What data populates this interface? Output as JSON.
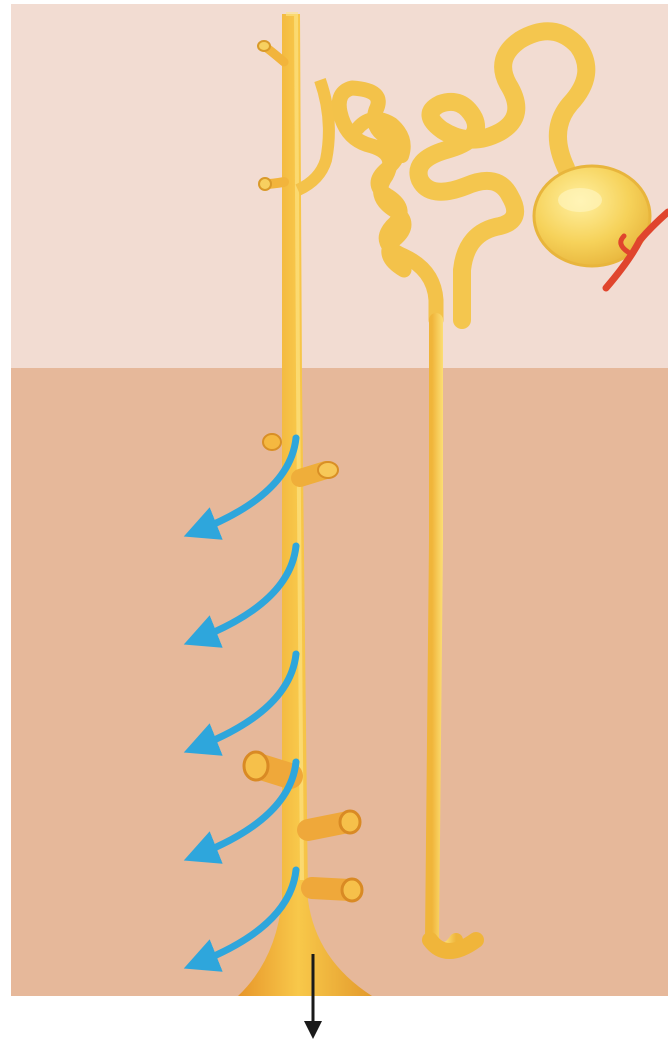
{
  "regions": [
    {
      "name": "cortex",
      "color": "#f2dcd2"
    },
    {
      "name": "medulla",
      "color": "#e6b89a"
    }
  ],
  "structures": [
    {
      "name": "collecting-duct",
      "color": "#f1b23a"
    },
    {
      "name": "nephron-tubule",
      "color": "#f6cf52"
    },
    {
      "name": "glomerulus-capsule",
      "color": "#f6d25a"
    },
    {
      "name": "afferent-arteriole",
      "color": "#e0452d"
    }
  ],
  "arrows": {
    "reabsorption": {
      "icon": "curved-arrow-icon",
      "color": "#2ea6dc",
      "count": 5
    },
    "urine_outflow": {
      "icon": "down-arrow-icon",
      "color": "#1a1a1a"
    }
  }
}
